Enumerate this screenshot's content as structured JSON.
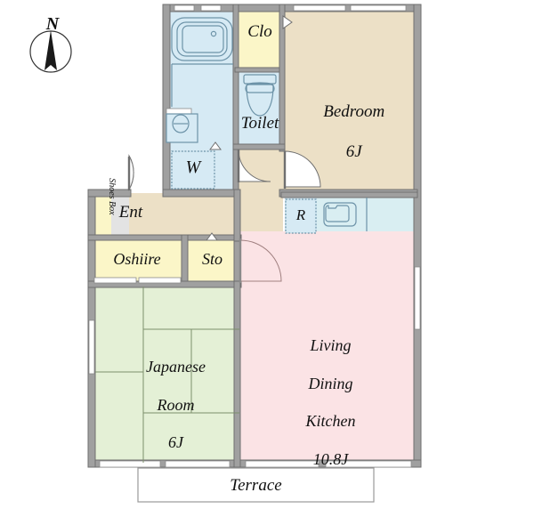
{
  "document": {
    "type": "floor-plan",
    "orientation_marker": "N",
    "compass_label": "N"
  },
  "rooms": [
    {
      "id": "bathroom",
      "label": "",
      "color": "#d6eaf4",
      "name": "unit-bath"
    },
    {
      "id": "closet",
      "label": "Clo",
      "color": "#fbf6c8",
      "name": "closet"
    },
    {
      "id": "toilet",
      "label": "Toilet",
      "color": "#d6eaf4",
      "name": "toilet"
    },
    {
      "id": "bedroom",
      "label": "Bedroom\n6J",
      "color": "#ece0c6",
      "name": "bedroom"
    },
    {
      "id": "washroom",
      "label": "W",
      "color": "#d6eaf4",
      "name": "washing-machine-space"
    },
    {
      "id": "entrance",
      "label": "Ent",
      "color": "#e3e3e3",
      "name": "entrance"
    },
    {
      "id": "shoesbox",
      "label": "Shoes Box",
      "color": "#fbf6c8",
      "name": "shoes-box"
    },
    {
      "id": "oshiire",
      "label": "Oshiire",
      "color": "#fbf6c8",
      "name": "oshiire-closet"
    },
    {
      "id": "storage",
      "label": "Sto",
      "color": "#fbf6c8",
      "name": "storage"
    },
    {
      "id": "refrigerator",
      "label": "R",
      "color": "#d6eaf4",
      "name": "refrigerator-space"
    },
    {
      "id": "japanese_room",
      "label": "Japanese\nRoom\n6J",
      "color": "#e4f0d6",
      "name": "japanese-room"
    },
    {
      "id": "ldk",
      "label": "Living\nDining\nKitchen\n10.8J",
      "color": "#fbe3e5",
      "name": "living-dining-kitchen"
    },
    {
      "id": "hallway",
      "label": "",
      "color": "#ece0c6",
      "name": "hallway"
    },
    {
      "id": "terrace",
      "label": "Terrace",
      "color": "#ffffff",
      "name": "terrace"
    }
  ],
  "labels": {
    "compass": "N",
    "clo": "Clo",
    "toilet": "Toilet",
    "bedroom_line1": "Bedroom",
    "bedroom_line2": "6J",
    "w": "W",
    "ent": "Ent",
    "shoes_box": "Shoes Box",
    "oshiire": "Oshiire",
    "sto": "Sto",
    "r": "R",
    "japanese_line1": "Japanese",
    "japanese_line2": "Room",
    "japanese_line3": "6J",
    "ldk_line1": "Living",
    "ldk_line2": "Dining",
    "ldk_line3": "Kitchen",
    "ldk_line4": "10.8J",
    "terrace": "Terrace"
  },
  "fixtures": [
    {
      "name": "bathtub",
      "label": ""
    },
    {
      "name": "washbasin",
      "label": ""
    },
    {
      "name": "toilet-bowl",
      "label": ""
    },
    {
      "name": "kitchen-sink",
      "label": ""
    },
    {
      "name": "washing-machine",
      "label": "W"
    }
  ],
  "colors": {
    "wall": "#a0a0a0",
    "wall_outline": "#6f6f6f",
    "bath_blue": "#d6eaf4",
    "closet_yellow": "#fbf6c8",
    "bedroom_beige": "#ece0c6",
    "japanese_green": "#e4f0d6",
    "ldk_pink": "#fbe3e5",
    "entrance_gray": "#e3e3e3",
    "terrace_white": "#ffffff",
    "text": "#111111",
    "fixture_line": "#6d93a8"
  }
}
